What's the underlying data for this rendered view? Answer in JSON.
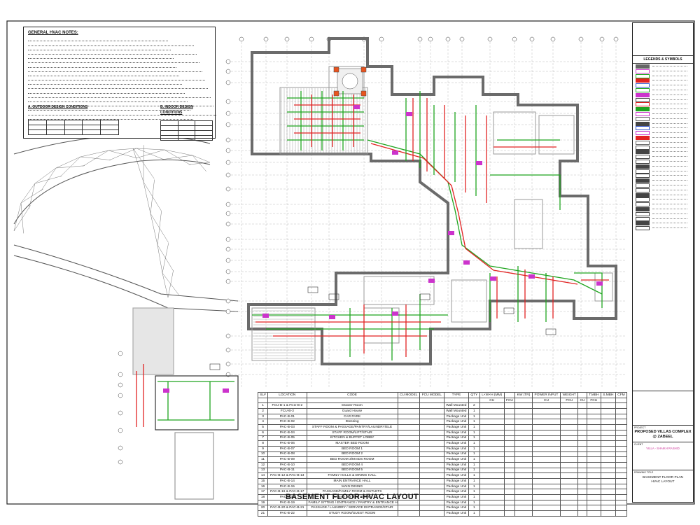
{
  "drawing": {
    "title": "BASEMENT FLOOR-HVAC LAYOUT"
  },
  "notes": {
    "heading": "GENERAL HVAC NOTES:",
    "lines": [
      "",
      "",
      "",
      "",
      "",
      "",
      "",
      "",
      "",
      "",
      "",
      "",
      "",
      "",
      "",
      "",
      "",
      "",
      ""
    ],
    "sub_a": "A. OUTDOOR DESIGN CONDITIONS",
    "sub_b": "B. INDOOR DESIGN CONDITIONS"
  },
  "schedule": {
    "headers": [
      "SL#",
      "LOCATION",
      "CODE",
      "CU MODEL",
      "FCU MODEL",
      "TYPE",
      "QTY",
      "L×W×H (MM)",
      "",
      "KW (TR)",
      "POWER INPUT",
      "WEIGHT",
      "",
      "T.MBH",
      "S.MBH",
      "CFM"
    ],
    "sub_headers": [
      "",
      "",
      "",
      "",
      "",
      "",
      "",
      "CU",
      "FCU",
      "",
      "CU",
      "FCU",
      "CU",
      "FCU",
      "",
      ""
    ],
    "rows": [
      [
        "1",
        "FCU-B-1 & FCU-B-2",
        "Drawer Room",
        "",
        "",
        "Wall Mounted",
        "2",
        "",
        "",
        "",
        "",
        "",
        "",
        "",
        "",
        ""
      ],
      [
        "2",
        "FCU-B-3",
        "Guard House",
        "",
        "",
        "Wall Mounted",
        "1",
        "",
        "",
        "",
        "",
        "",
        "",
        "",
        "",
        ""
      ],
      [
        "3",
        "PAC-B-01",
        "CAR PARK",
        "",
        "",
        "Package Unit",
        "1",
        "",
        "",
        "",
        "",
        "",
        "",
        "",
        "",
        ""
      ],
      [
        "4",
        "PAC-B-02",
        "Dressing",
        "",
        "",
        "Package Unit",
        "1",
        "",
        "",
        "",
        "",
        "",
        "",
        "",
        "",
        ""
      ],
      [
        "5",
        "PAC-B-03",
        "STAFF ROOM & PASSAGE/PANTRY/LAUNDRY/ELE",
        "",
        "",
        "Package Unit",
        "1",
        "",
        "",
        "",
        "",
        "",
        "",
        "",
        "",
        ""
      ],
      [
        "6",
        "PAC-B-04",
        "STAFF ROOM/LIFT/STAIR",
        "",
        "",
        "Package Unit",
        "1",
        "",
        "",
        "",
        "",
        "",
        "",
        "",
        "",
        ""
      ],
      [
        "7",
        "PAC-B-05",
        "KITCHEN & BUFFET LOBBY",
        "",
        "",
        "Package Unit",
        "1",
        "",
        "",
        "",
        "",
        "",
        "",
        "",
        "",
        ""
      ],
      [
        "8",
        "PAC-B-06",
        "MASTER BED ROOM",
        "",
        "",
        "Package Unit",
        "1",
        "",
        "",
        "",
        "",
        "",
        "",
        "",
        "",
        ""
      ],
      [
        "9",
        "PAC-B-07",
        "BED ROOM 1",
        "",
        "",
        "Package Unit",
        "1",
        "",
        "",
        "",
        "",
        "",
        "",
        "",
        "",
        ""
      ],
      [
        "10",
        "PAC-B-08",
        "BED ROOM 2",
        "",
        "",
        "Package Unit",
        "1",
        "",
        "",
        "",
        "",
        "",
        "",
        "",
        "",
        ""
      ],
      [
        "11",
        "PAC-B-09",
        "BED ROOM 3/MAIDS ROOM",
        "",
        "",
        "Package Unit",
        "1",
        "",
        "",
        "",
        "",
        "",
        "",
        "",
        "",
        ""
      ],
      [
        "12",
        "PAC-B-10",
        "BED ROOM 4",
        "",
        "",
        "Package Unit",
        "1",
        "",
        "",
        "",
        "",
        "",
        "",
        "",
        "",
        ""
      ],
      [
        "13",
        "PAC-B-11",
        "BED ROOM 5",
        "",
        "",
        "Package Unit",
        "1",
        "",
        "",
        "",
        "",
        "",
        "",
        "",
        "",
        ""
      ],
      [
        "14",
        "PAC-B-12 & PAC-B-13",
        "FAMILY HALLS & DINING HALL",
        "",
        "",
        "Package Unit",
        "1",
        "",
        "",
        "",
        "",
        "",
        "",
        "",
        "",
        ""
      ],
      [
        "15",
        "PAC-B-14",
        "MAIN ENTRANCE HALL",
        "",
        "",
        "Package Unit",
        "1",
        "",
        "",
        "",
        "",
        "",
        "",
        "",
        "",
        ""
      ],
      [
        "16",
        "PAC-B-15",
        "MAIN DINING",
        "",
        "",
        "Package Unit",
        "1",
        "",
        "",
        "",
        "",
        "",
        "",
        "",
        "",
        ""
      ],
      [
        "17",
        "PAC-B-16 & PAC-B-17",
        "PASSAGE/FAMILY ROOM & OUTLETS",
        "",
        "",
        "Package Unit",
        "1",
        "",
        "",
        "",
        "",
        "",
        "",
        "",
        "",
        ""
      ],
      [
        "18",
        "PAC-B-18",
        "FAMILY SITTING ROOM",
        "",
        "",
        "Package Unit",
        "1",
        "",
        "",
        "",
        "",
        "",
        "",
        "",
        "",
        ""
      ],
      [
        "19",
        "PAC-B-19",
        "FAMILY SITTING / ENTRANCE / PANTRY & ENTRANCE HALL",
        "",
        "",
        "Package Unit",
        "1",
        "",
        "",
        "",
        "",
        "",
        "",
        "",
        "",
        ""
      ],
      [
        "20",
        "PAC-B-20 & PAC-B-21",
        "PASSAGE / LAUNDRY / SERVICE ENTRANCE/STAIR",
        "",
        "",
        "Package Unit",
        "1",
        "",
        "",
        "",
        "",
        "",
        "",
        "",
        "",
        ""
      ],
      [
        "21",
        "PAC-B-22",
        "STUDY ROOM/GUEST ROOM",
        "",
        "",
        "Package Unit",
        "1",
        "",
        "",
        "",
        "",
        "",
        "",
        "",
        "",
        ""
      ]
    ]
  },
  "title_block": {
    "legend_heading": "LEGENDS & SYMBOLS",
    "project_label": "PROJECT",
    "project_name": "PROPOSED VILLAS COMPLEX @ ZABEEL",
    "client_label": "CLIENT",
    "client_name": "VILLA - SHAIKH RASHID",
    "sheet_title_label": "DRAWING TITLE",
    "sheet_title": "BASEMENT FLOOR PLAN HVAC LAYOUT"
  },
  "colors": {
    "supply_duct": "#1fa51f",
    "return_duct": "#e22222",
    "equipment": "#cc33cc",
    "wall": "#777777",
    "grid": "#999999"
  }
}
